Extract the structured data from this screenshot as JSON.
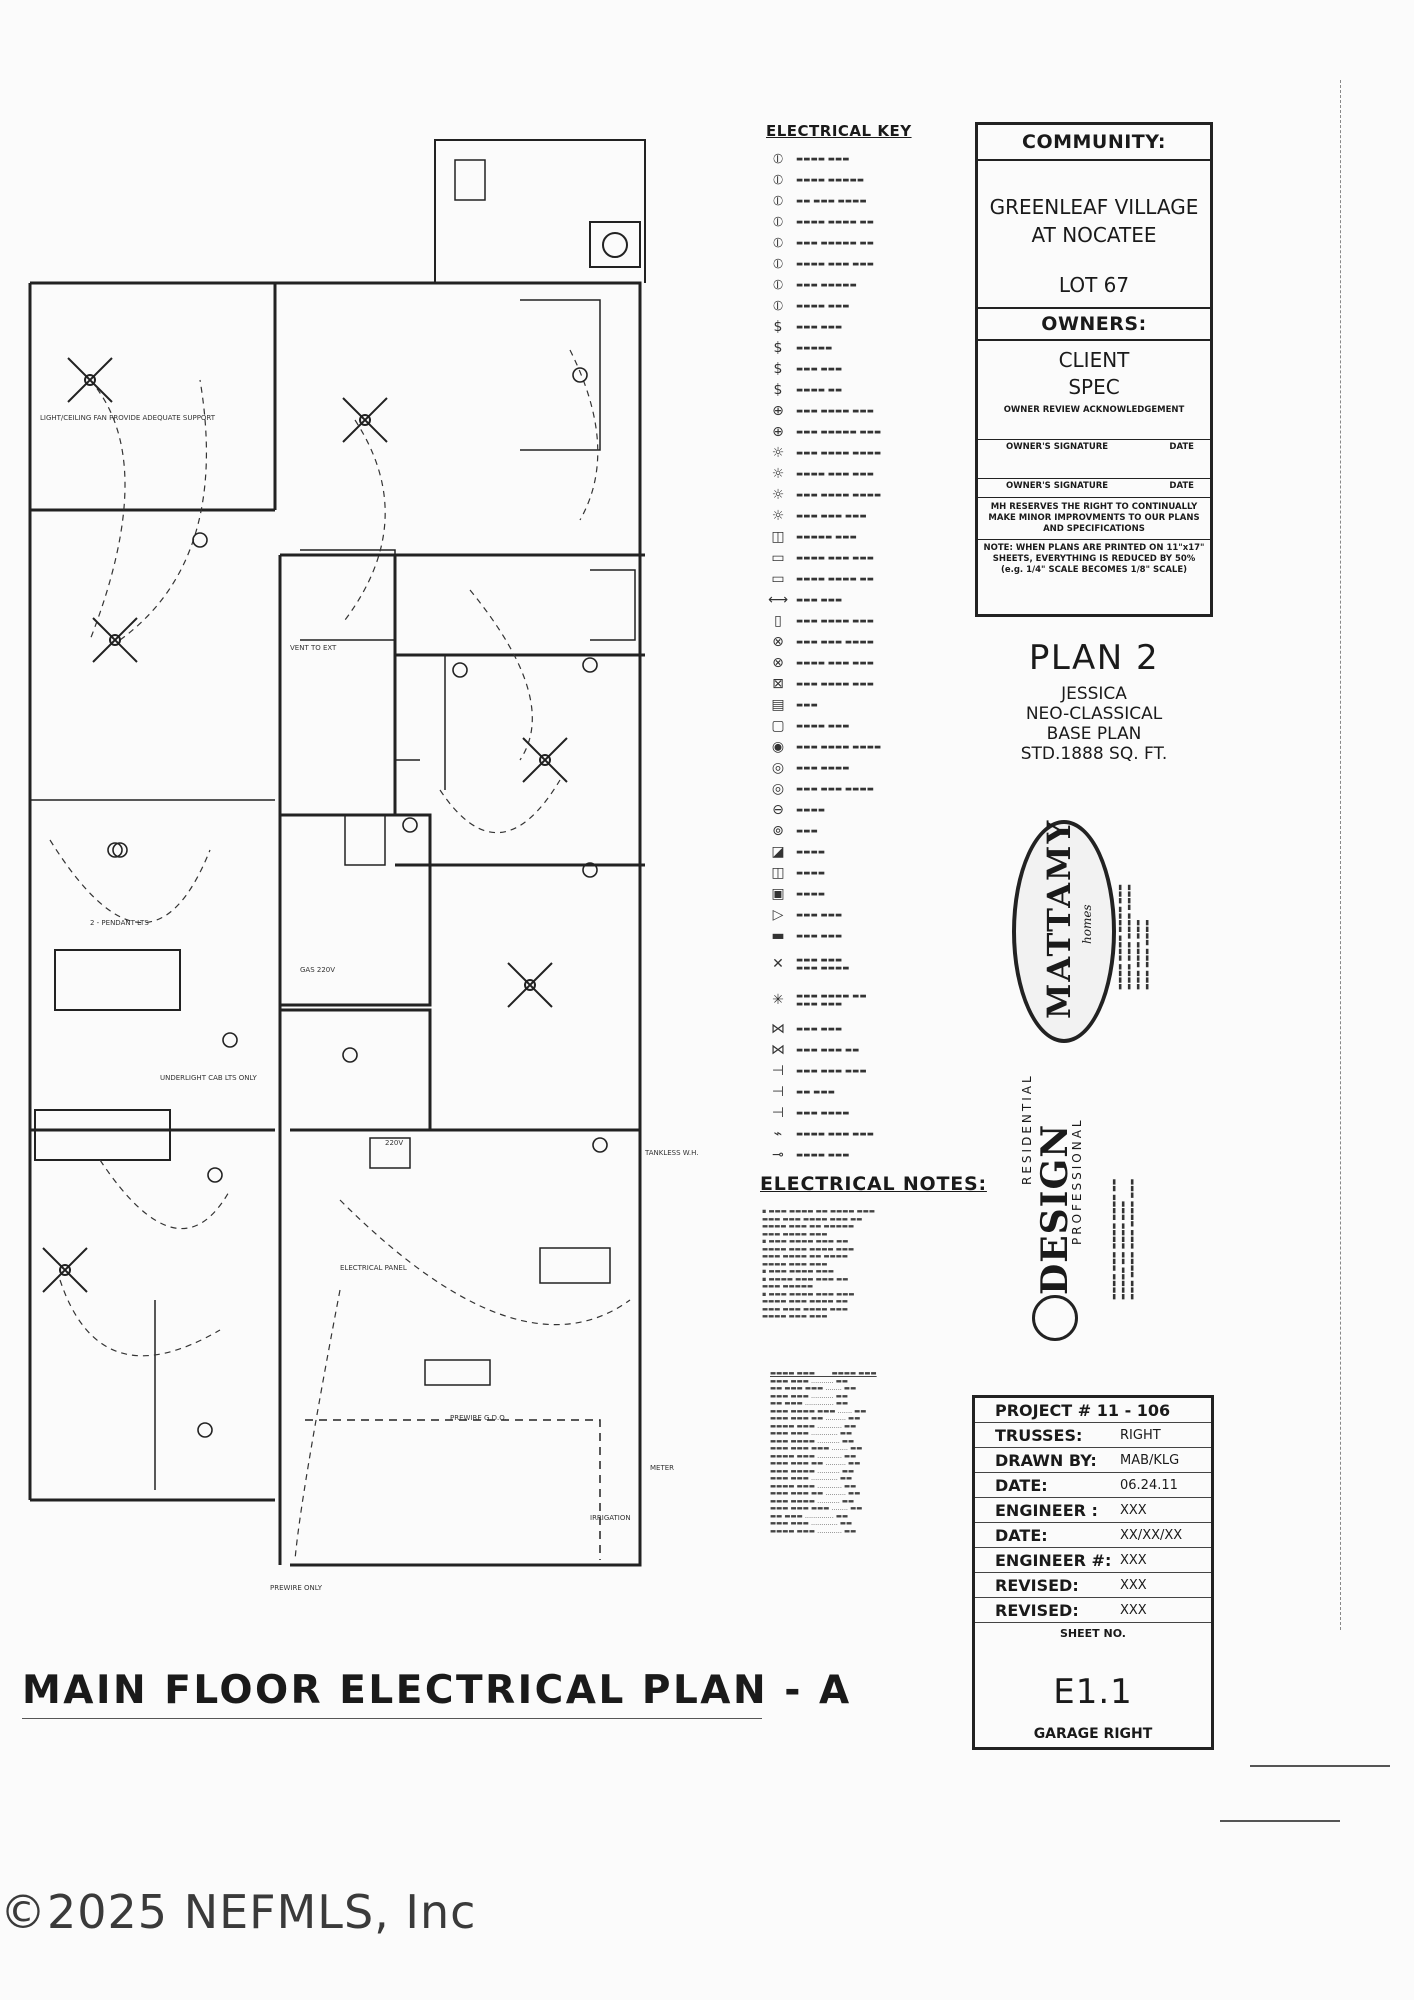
{
  "key": {
    "title": "ELECTRICAL KEY"
  },
  "notes": {
    "title": "ELECTRICAL NOTES:"
  },
  "title_block": {
    "community_label": "COMMUNITY:",
    "community_name_1": "GREENLEAF VILLAGE",
    "community_name_2": "AT NOCATEE",
    "lot": "LOT 67",
    "owners_label": "OWNERS:",
    "owner_1": "CLIENT",
    "owner_2": "SPEC",
    "review": "OWNER REVIEW ACKNOWLEDGEMENT",
    "sig1": "OWNER'S SIGNATURE",
    "date1": "DATE",
    "sig2": "OWNER'S SIGNATURE",
    "date2": "DATE",
    "rights_1": "MH RESERVES THE RIGHT TO CONTINUALLY",
    "rights_2": "MAKE MINOR IMPROVMENTS TO OUR PLANS",
    "rights_3": "AND SPECIFICATIONS",
    "note_1": "NOTE: WHEN PLANS ARE PRINTED ON 11\"x17\"",
    "note_2": "SHEETS, EVERYTHING IS REDUCED BY 50%",
    "note_3": "(e.g. 1/4\" SCALE BECOMES 1/8\" SCALE)"
  },
  "plan": {
    "name": "PLAN 2",
    "model": "JESSICA",
    "style": "NEO-CLASSICAL",
    "base": "BASE PLAN",
    "area": "STD.1888 SQ. FT."
  },
  "brand": {
    "logo_text": "MATTAMY",
    "logo_sub": "homes",
    "design_firm": "DESIGN",
    "design_top": "RESIDENTIAL",
    "design_bottom": "PROFESSIONAL"
  },
  "project": {
    "rows": [
      {
        "k": "PROJECT # 11 - 106",
        "v": ""
      },
      {
        "k": "TRUSSES:",
        "v": "RIGHT"
      },
      {
        "k": "DRAWN BY:",
        "v": "MAB/KLG"
      },
      {
        "k": "DATE:",
        "v": "06.24.11"
      },
      {
        "k": "ENGINEER :",
        "v": "XXX"
      },
      {
        "k": "DATE:",
        "v": "XX/XX/XX"
      },
      {
        "k": "ENGINEER #:",
        "v": "XXX"
      },
      {
        "k": "REVISED:",
        "v": "XXX"
      },
      {
        "k": "REVISED:",
        "v": "XXX"
      }
    ],
    "sheet_label": "SHEET NO.",
    "sheet_no": "E1.1",
    "sheet_note": "GARAGE RIGHT"
  },
  "drawing": {
    "title": "MAIN FLOOR ELECTRICAL PLAN - A",
    "label_ceiling_fan": "LIGHT/CEILING FAN PROVIDE ADEQUATE SUPPORT",
    "label_pendant": "2 - PENDANT LTS",
    "label_undercab": "UNDERLIGHT CAB LTS ONLY",
    "label_panel": "ELECTRICAL PANEL",
    "label_prewire": "PREWIRE ONLY",
    "label_tankless": "TANKLESS W.H.",
    "label_meter": "METER",
    "label_irrigation": "IRRIGATION",
    "label_garage_door": "PREWIRE G.D.O.",
    "label_vent": "VENT TO EXT",
    "label_gas": "GAS 220V",
    "label_220": "220V"
  },
  "watermark": "©2025 NEFMLS, Inc"
}
